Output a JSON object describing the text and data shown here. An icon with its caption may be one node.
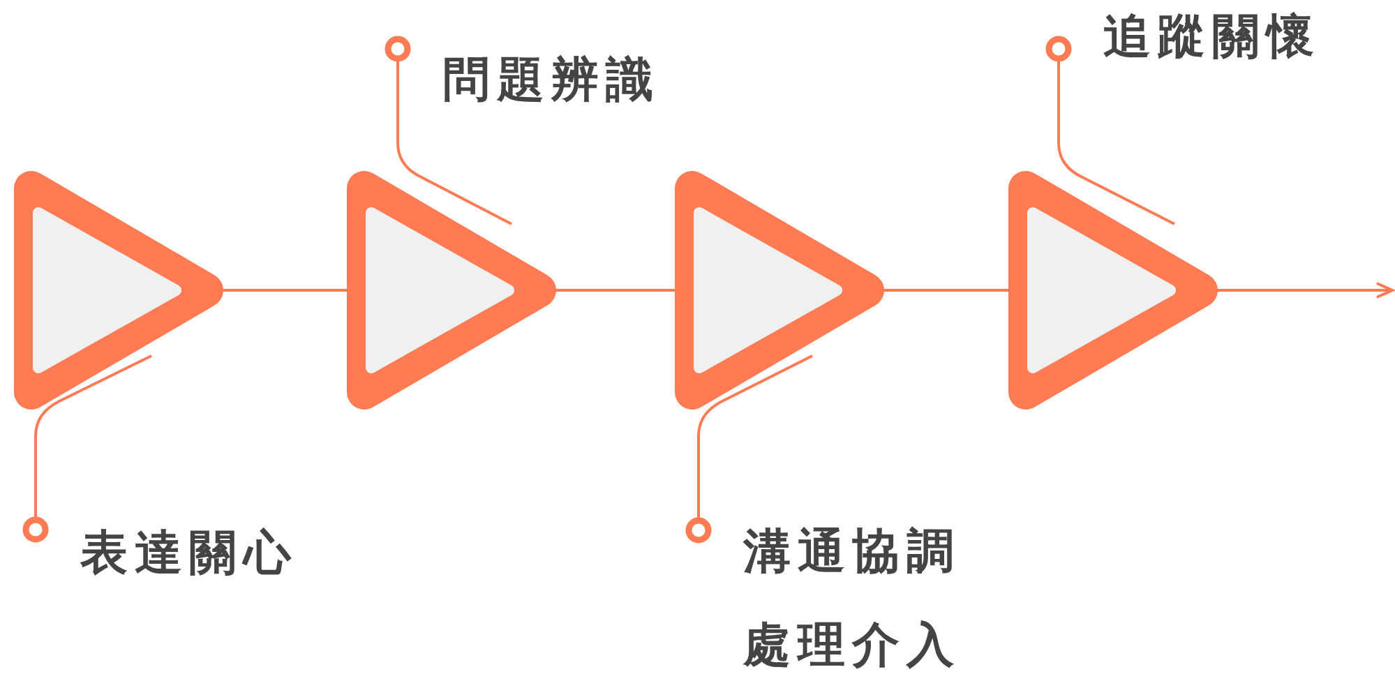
{
  "diagram": {
    "nodes": [
      {
        "text": [],
        "shape": "triangle"
      },
      {
        "text": [],
        "shape": "triangle"
      },
      {
        "text": [],
        "shape": "triangle"
      },
      {
        "text": [],
        "shape": "triangle"
      },
      {
        "text": [
          "表達關心"
        ]
      },
      {
        "text": [
          "問題辨識"
        ]
      },
      {
        "text": [
          "溝通協調",
          "處理介入"
        ]
      },
      {
        "text": [
          "追蹤關懷"
        ]
      }
    ],
    "edges": [
      {
        "from": 0,
        "to": 1,
        "arrow": "none"
      },
      {
        "from": 1,
        "to": 2,
        "arrow": "none"
      },
      {
        "from": 2,
        "to": 3,
        "arrow": "none"
      },
      {
        "from": 3,
        "to": null,
        "arrow": "to"
      },
      {
        "from": 4,
        "to": 0,
        "arrow": "other"
      },
      {
        "from": 5,
        "to": 1,
        "arrow": "other"
      },
      {
        "from": 6,
        "to": 2,
        "arrow": "other"
      },
      {
        "from": 7,
        "to": 3,
        "arrow": "other"
      }
    ]
  }
}
